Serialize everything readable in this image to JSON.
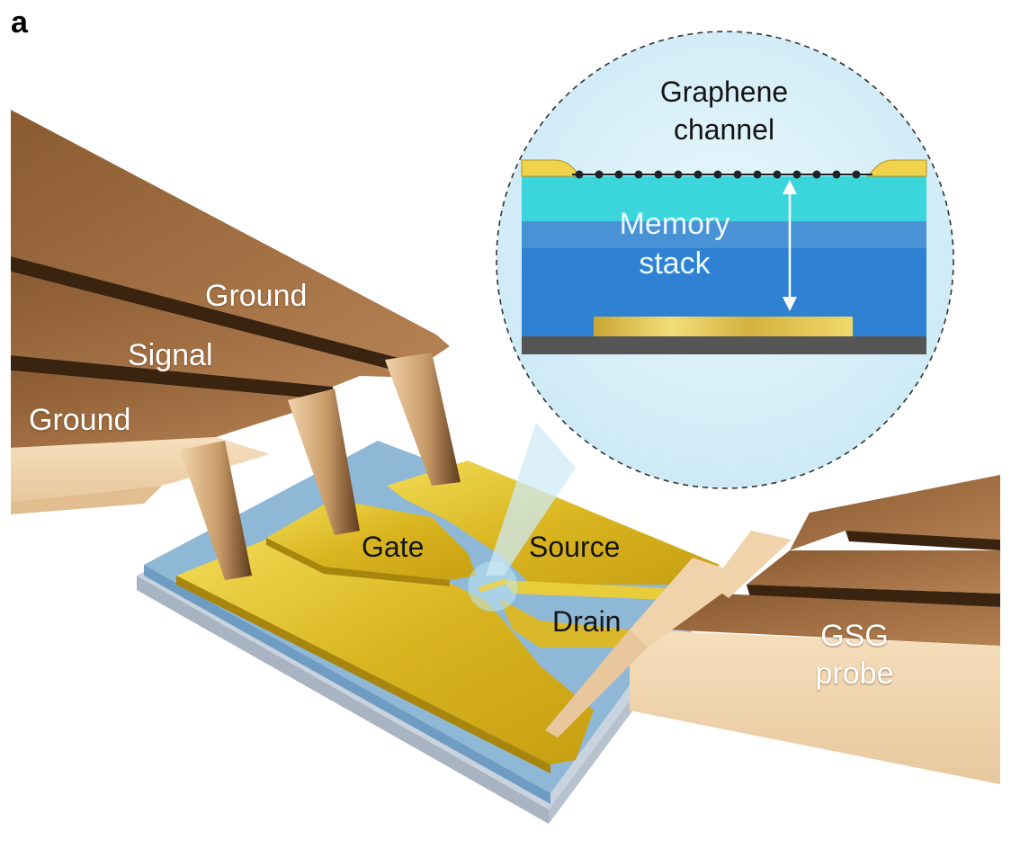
{
  "panel_label": "a",
  "labels": {
    "ground_top": "Ground",
    "signal": "Signal",
    "ground_bottom": "Ground",
    "gate": "Gate",
    "source": "Source",
    "drain": "Drain",
    "gsg_line1": "GSG",
    "gsg_line2": "probe",
    "graphene_line1": "Graphene",
    "graphene_line2": "channel",
    "memory_line1": "Memory",
    "memory_line2": "stack"
  },
  "colors": {
    "probe_top": "#9c6a3d",
    "probe_side": "#f0d6b3",
    "gold": "#e3c22a",
    "substrate_blue": "#8fb7d6",
    "inset_bg": "#d9f0fa",
    "stack_cyan": "#3ad6dc",
    "stack_blue": "#2f82d3",
    "bottom_gray": "#555555"
  }
}
